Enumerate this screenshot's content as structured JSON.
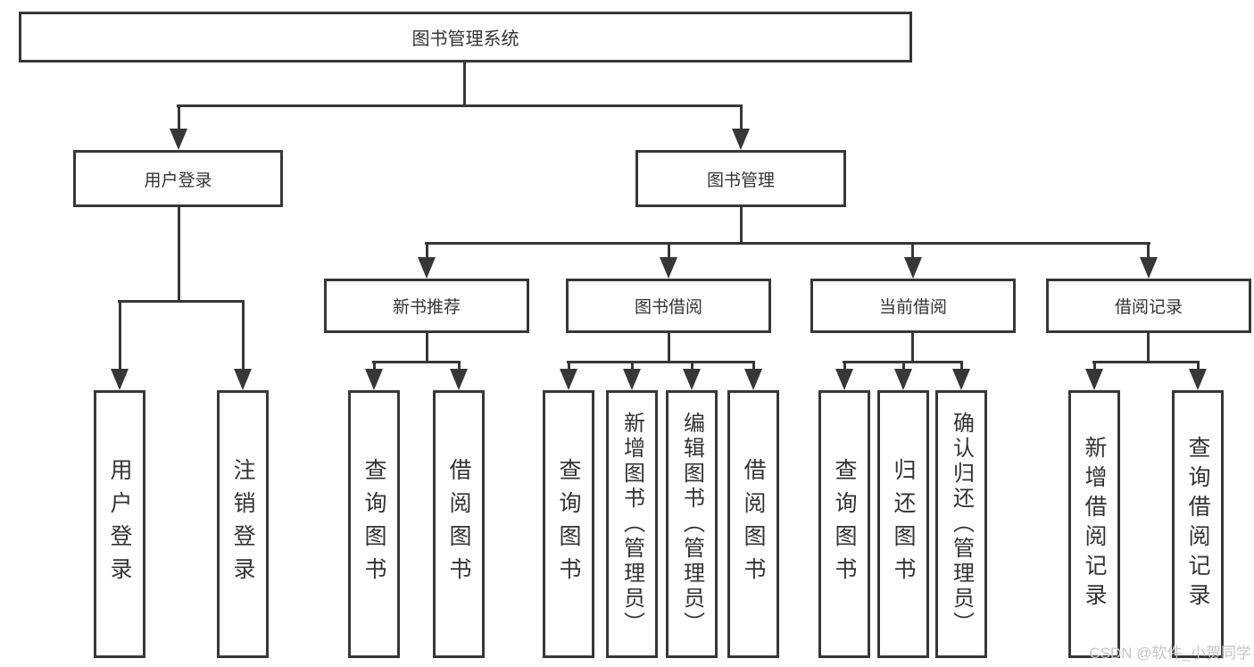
{
  "diagram": {
    "root": "图书管理系统",
    "branches": [
      {
        "label": "用户登录",
        "children": [
          "用户登录",
          "注销登录"
        ]
      },
      {
        "label": "图书管理",
        "groups": [
          {
            "label": "新书推荐",
            "children": [
              "查询图书",
              "借阅图书"
            ]
          },
          {
            "label": "图书借阅",
            "children": [
              "查询图书",
              "新增图书（管理员）",
              "编辑图书（管理员）",
              "借阅图书"
            ]
          },
          {
            "label": "当前借阅",
            "children": [
              "查询图书",
              "归还图书",
              "确认归还（管理员）"
            ]
          },
          {
            "label": "借阅记录",
            "children": [
              "新增借阅记录",
              "查询借阅记录"
            ]
          }
        ]
      }
    ]
  },
  "watermark": {
    "text": "CSDN @软件_小贺同学"
  },
  "colors": {
    "line": "#373737",
    "box_border": "#373737",
    "text": "#333333",
    "watermark": "#c6c6c6",
    "background": "#ffffff"
  }
}
